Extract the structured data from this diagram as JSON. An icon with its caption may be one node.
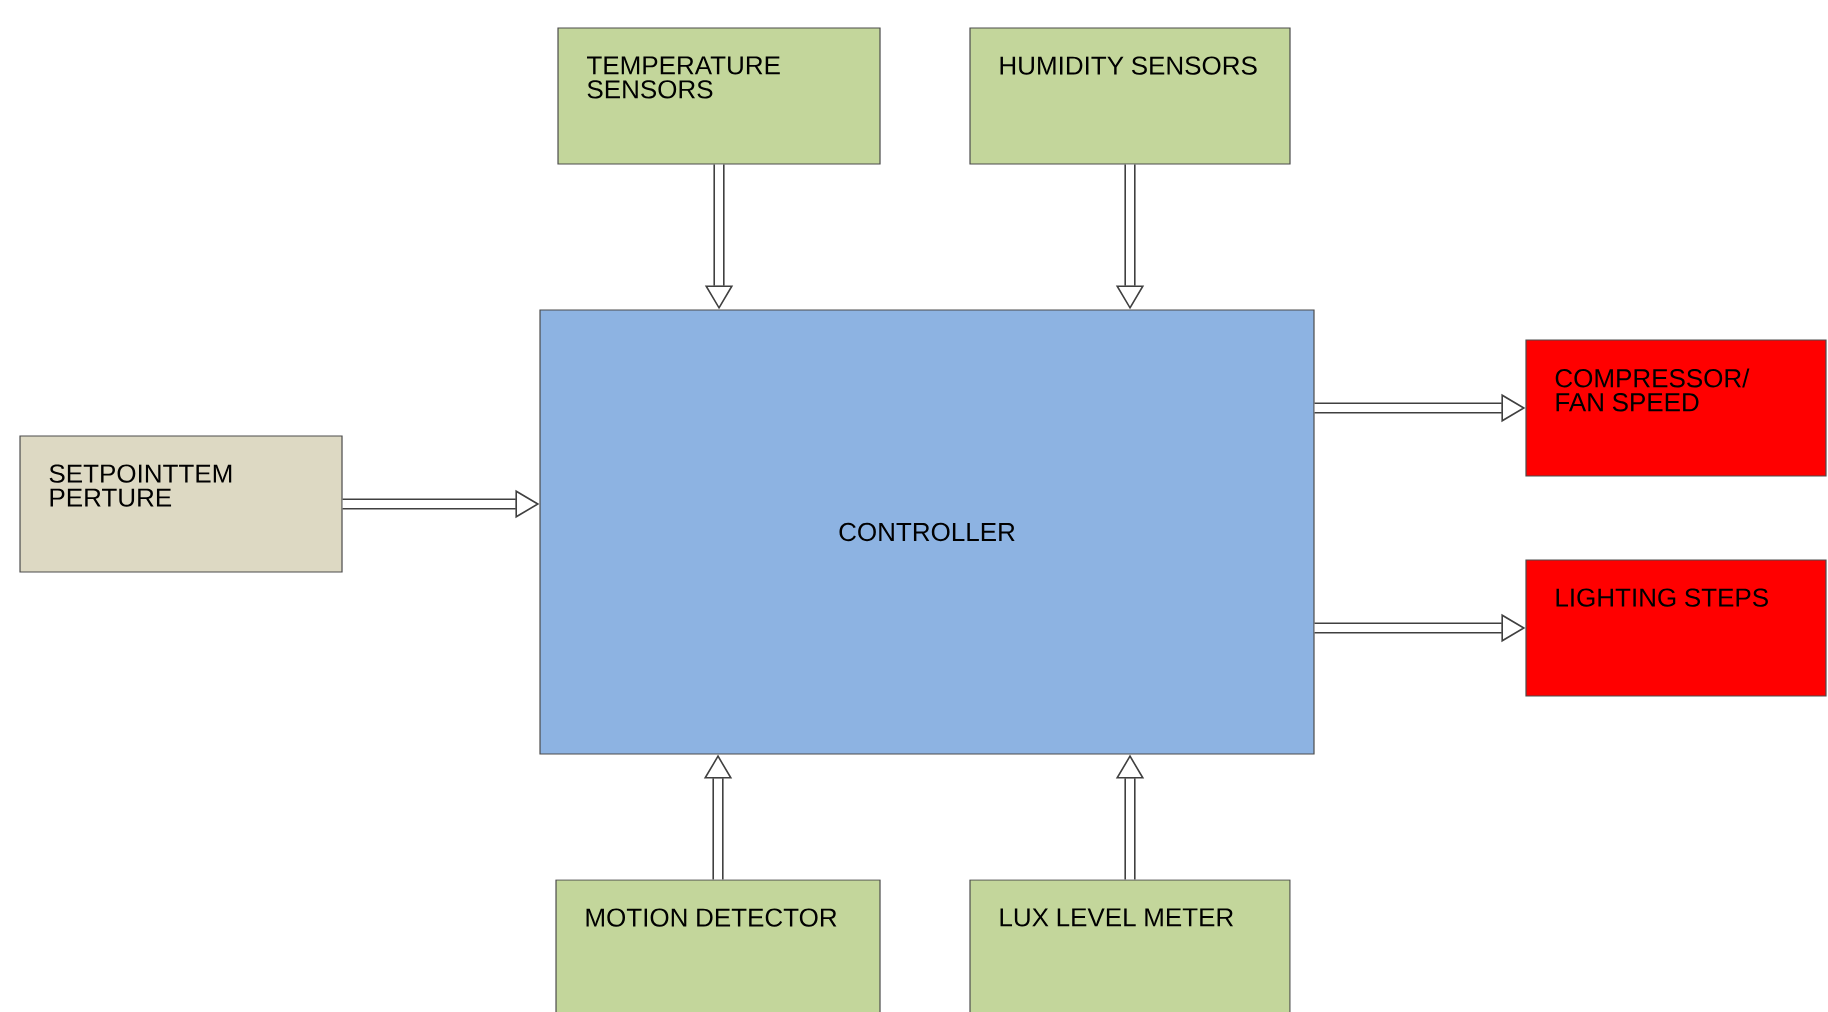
{
  "diagram": {
    "nodes": [
      {
        "text": [
          "TEMPERATURE SENSORS"
        ]
      },
      {
        "text": [
          "HUMIDITY SENSORS"
        ]
      },
      {
        "text": [
          "SETPOINTTEM PERTURE"
        ]
      },
      {
        "text": [
          "CONTROLLER"
        ]
      },
      {
        "text": [
          "COMPRESSOR/ FAN SPEED"
        ]
      },
      {
        "text": [
          "LIGHTING STEPS"
        ]
      },
      {
        "text": [
          "MOTION DETECTOR"
        ]
      },
      {
        "text": [
          "LUX LEVEL METER"
        ]
      }
    ],
    "edges": [
      {
        "from": 0,
        "to": 3,
        "arrow": "to"
      },
      {
        "from": 1,
        "to": 3,
        "arrow": "to"
      },
      {
        "from": 2,
        "to": 3,
        "arrow": "to"
      },
      {
        "from": 3,
        "to": 4,
        "arrow": "to"
      },
      {
        "from": 3,
        "to": 5,
        "arrow": "to"
      },
      {
        "from": 6,
        "to": 3,
        "arrow": "to"
      },
      {
        "from": 7,
        "to": 3,
        "arrow": "to"
      }
    ]
  }
}
